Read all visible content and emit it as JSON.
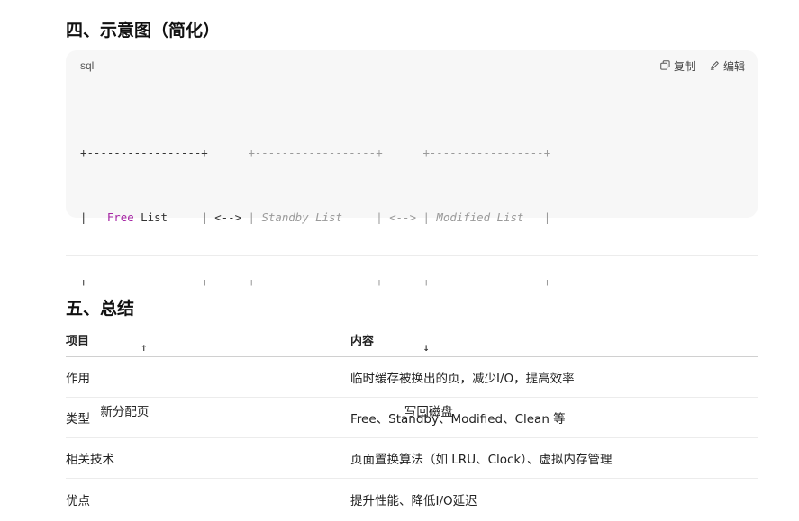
{
  "sections": {
    "diagram_title": "四、示意图（简化）",
    "summary_title": "五、总结"
  },
  "codeblock": {
    "lang": "sql",
    "copy_label": "复制",
    "edit_label": "编辑",
    "lines": {
      "l1_border_left": "+-----------------+",
      "l1_gap1": "      ",
      "l1_border_mid": "+------------------+",
      "l1_gap2": "      ",
      "l1_border_right": "+-----------------+",
      "l2_pipe": "|   ",
      "l2_free": "Free",
      "l2_list": " List     | ",
      "l2_arrow1": "<-->",
      "l2_standby": " | Standby List     | ",
      "l2_arrow2": "<-->",
      "l2_modified": " | Modified List   |",
      "l4_arrow_up": "↑",
      "l4_arrow_down": "↓",
      "l5_label_left": "新分配页",
      "l5_label_right": "写回磁盘"
    }
  },
  "table": {
    "headers": [
      "项目",
      "内容"
    ],
    "rows": [
      [
        "作用",
        "临时缓存被换出的页，减少I/O，提高效率"
      ],
      [
        "类型",
        "Free、Standby、Modified、Clean 等"
      ],
      [
        "相关技术",
        "页面置换算法（如 LRU、Clock）、虚拟内存管理"
      ],
      [
        "优点",
        "提升性能、降低I/O延迟"
      ]
    ]
  }
}
